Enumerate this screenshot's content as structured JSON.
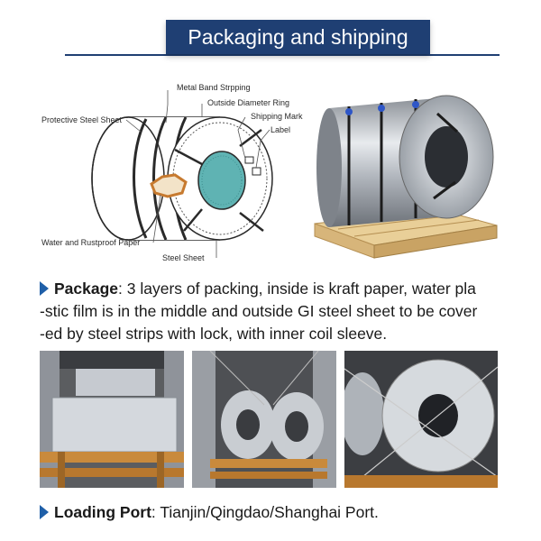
{
  "header": {
    "title": "Packaging and  shipping"
  },
  "diagram": {
    "labels": {
      "metal_band": "Metal Band Strpping",
      "outside_ring": "Outside Diameter Ring",
      "shipping_mark": "Shipping Mark",
      "label": "Label",
      "protective_sheet": "Protective Steel Sheet",
      "water_paper": "Water and Rustproof Paper",
      "steel_sheet": "Steel Sheet"
    }
  },
  "package": {
    "heading": "Package",
    "separator": ":",
    "lines": [
      " 3 layers of packing, inside is kraft paper, water pla",
      "-stic film is in the middle and outside GI steel sheet to be cover",
      "-ed by steel strips with lock, with inner coil sleeve."
    ]
  },
  "loading": {
    "heading": "Loading Port",
    "separator": ":",
    "value": "  Tianjin/Qingdao/Shanghai Port."
  },
  "colors": {
    "brand_blue": "#1f3f73",
    "arrow_blue": "#1f5fa8",
    "inner_teal": "#5fb3b3",
    "pallet_wood": "#e2c48a"
  }
}
